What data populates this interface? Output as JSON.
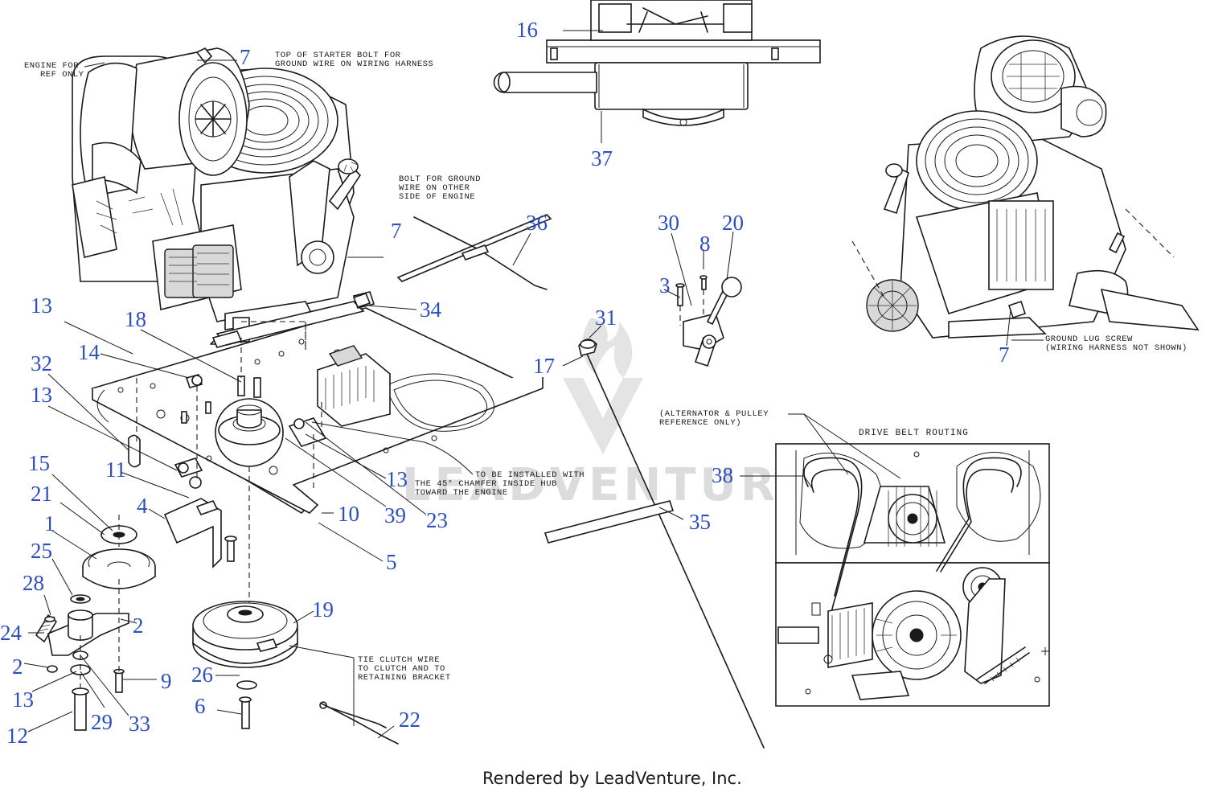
{
  "watermark": "LEADVENTURE",
  "footer": "Rendered by LeadVenture, Inc.",
  "notes": {
    "engine_ref_1": "ENGINE FOR",
    "engine_ref_2": "REF ONLY",
    "starter_bolt_1": "TOP OF STARTER BOLT FOR",
    "starter_bolt_2": "GROUND WIRE ON WIRING HARNESS",
    "ground_bolt_1": "BOLT FOR GROUND",
    "ground_bolt_2": "WIRE ON OTHER",
    "ground_bolt_3": "SIDE OF ENGINE",
    "ground_lug_1": "GROUND LUG SCREW",
    "ground_lug_2": "(WIRING HARNESS NOT SHOWN)",
    "alternator_1": "(ALTERNATOR & PULLEY",
    "alternator_2": "REFERENCE ONLY)",
    "belt_routing": "DRIVE BELT ROUTING",
    "chamfer_1": "TO BE INSTALLED WITH",
    "chamfer_2": "THE 45° CHAMFER INSIDE HUB",
    "chamfer_3": "TOWARD THE ENGINE",
    "clutch_wire_1": "TIE CLUTCH WIRE",
    "clutch_wire_2": "TO CLUTCH AND TO",
    "clutch_wire_3": "RETAINING BRACKET"
  },
  "callouts": [
    {
      "id": "c16",
      "label": "16"
    },
    {
      "id": "c37",
      "label": "37"
    },
    {
      "id": "c7a",
      "label": "7"
    },
    {
      "id": "c7b",
      "label": "7"
    },
    {
      "id": "c7c",
      "label": "7"
    },
    {
      "id": "c36",
      "label": "36"
    },
    {
      "id": "c34",
      "label": "34"
    },
    {
      "id": "c30",
      "label": "30"
    },
    {
      "id": "c8",
      "label": "8"
    },
    {
      "id": "c20",
      "label": "20"
    },
    {
      "id": "c3",
      "label": "3"
    },
    {
      "id": "c31",
      "label": "31"
    },
    {
      "id": "c17",
      "label": "17"
    },
    {
      "id": "c13a",
      "label": "13"
    },
    {
      "id": "c18",
      "label": "18"
    },
    {
      "id": "c14",
      "label": "14"
    },
    {
      "id": "c32",
      "label": "32"
    },
    {
      "id": "c13b",
      "label": "13"
    },
    {
      "id": "c15",
      "label": "15"
    },
    {
      "id": "c11",
      "label": "11"
    },
    {
      "id": "c21",
      "label": "21"
    },
    {
      "id": "c4",
      "label": "4"
    },
    {
      "id": "c1",
      "label": "1"
    },
    {
      "id": "c25",
      "label": "25"
    },
    {
      "id": "c28",
      "label": "28"
    },
    {
      "id": "c24",
      "label": "24"
    },
    {
      "id": "c2a",
      "label": "2"
    },
    {
      "id": "c2b",
      "label": "2"
    },
    {
      "id": "c13c",
      "label": "13"
    },
    {
      "id": "c12",
      "label": "12"
    },
    {
      "id": "c29",
      "label": "29"
    },
    {
      "id": "c33",
      "label": "33"
    },
    {
      "id": "c9",
      "label": "9"
    },
    {
      "id": "c26",
      "label": "26"
    },
    {
      "id": "c6",
      "label": "6"
    },
    {
      "id": "c19",
      "label": "19"
    },
    {
      "id": "c22",
      "label": "22"
    },
    {
      "id": "c10",
      "label": "10"
    },
    {
      "id": "c5",
      "label": "5"
    },
    {
      "id": "c13d",
      "label": "13"
    },
    {
      "id": "c39",
      "label": "39"
    },
    {
      "id": "c23",
      "label": "23"
    },
    {
      "id": "c35",
      "label": "35"
    },
    {
      "id": "c38",
      "label": "38"
    }
  ]
}
